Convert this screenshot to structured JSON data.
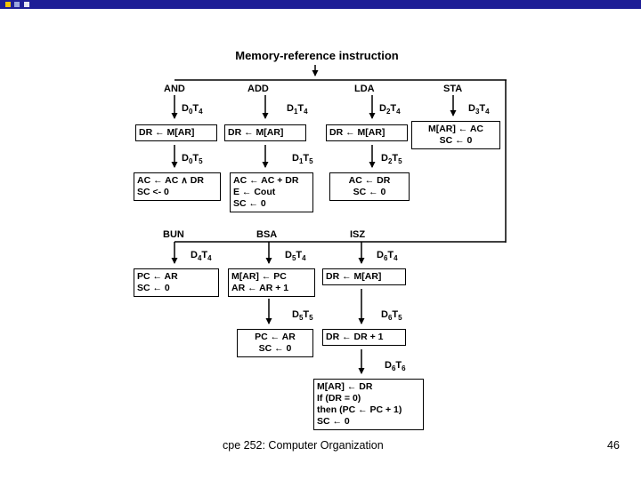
{
  "window": {
    "titlebar_color": "#1e1e96"
  },
  "title": "Memory-reference instruction",
  "branches_row1": [
    "AND",
    "ADD",
    "LDA",
    "STA"
  ],
  "branches_row2": [
    "BUN",
    "BSA",
    "ISZ"
  ],
  "timings": {
    "and_t4": "D0T4",
    "add_t4": "D1T4",
    "lda_t4": "D2T4",
    "sta_t4": "D3T4",
    "and_t5": "D0T5",
    "add_t5": "D1T5",
    "lda_t5": "D2T5",
    "bun_t4": "D4T4",
    "bsa_t4": "D5T4",
    "isz_t4": "D6T4",
    "bsa_t5": "D5T5",
    "isz_t5": "D6T5",
    "isz_t6": "D6T6"
  },
  "boxes": {
    "and1": [
      "DR ← M[AR]"
    ],
    "add1": [
      "DR ← M[AR]"
    ],
    "lda1": [
      "DR ← M[AR]"
    ],
    "sta1": [
      "M[AR] ← AC",
      "SC ← 0"
    ],
    "and2": [
      "AC ← AC ∧ DR",
      "SC <- 0"
    ],
    "add2": [
      "AC ← AC + DR",
      "E ← Cout",
      "SC ← 0"
    ],
    "lda2": [
      "AC ← DR",
      "SC ← 0"
    ],
    "bun1": [
      "PC ← AR",
      "SC ← 0"
    ],
    "bsa1": [
      "M[AR] ← PC",
      "AR ← AR + 1"
    ],
    "isz1": [
      "DR ← M[AR]"
    ],
    "bsa2": [
      "PC ← AR",
      "SC ← 0"
    ],
    "isz2": [
      "DR ← DR + 1"
    ],
    "isz3": [
      "M[AR] ← DR",
      "If (DR = 0)",
      "then (PC ← PC + 1)",
      "SC ← 0"
    ]
  },
  "footer": {
    "text": "cpe 252: Computer Organization",
    "page": "46"
  }
}
